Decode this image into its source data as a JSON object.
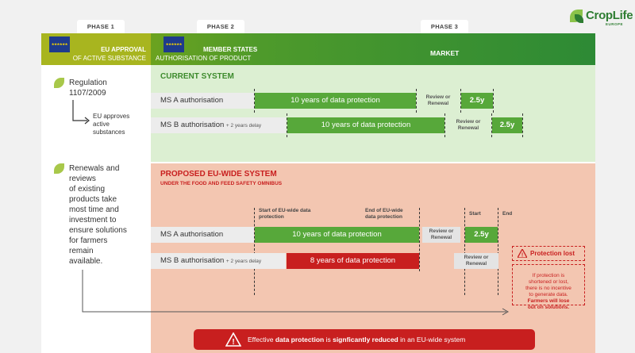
{
  "phases": {
    "phase1": "PHASE 1",
    "phase2": "PHASE 2",
    "phase3": "PHASE 3"
  },
  "header": {
    "col1_line1": "EU APPROVAL",
    "col1_line2": "OF ACTIVE SUBSTANCE",
    "col2_line1": "MEMBER STATES",
    "col2_line2": "AUTHORISATION OF PRODUCT",
    "col3": "MARKET"
  },
  "logo": {
    "name": "CropLife",
    "sub": "EUROPE"
  },
  "left": {
    "block1_line1": "Regulation",
    "block1_line2": "1107/2009",
    "block1_sub1": "EU approves",
    "block1_sub2": "active",
    "block1_sub3": "substances",
    "block2_lines": [
      "Renewals and",
      "reviews",
      "of existing",
      "products take",
      "most time and",
      "investment to",
      "ensure solutions",
      "for farmers",
      "remain",
      "available."
    ]
  },
  "current": {
    "title": "CURRENT SYSTEM",
    "rowA_label": "MS A authorisation",
    "rowA_bar": "10 years of data protection",
    "rowA_review1": "Review or",
    "rowA_review2": "Renewal",
    "rowA_ext": "2.5y",
    "rowB_label": "MS B authorisation",
    "rowB_delay": "+ 2 years delay",
    "rowB_bar": "10 years of data protection",
    "rowB_review1": "Review or",
    "rowB_review2": "Renewal",
    "rowB_ext": "2.5y"
  },
  "proposed": {
    "title": "PROPOSED EU-WIDE SYSTEM",
    "subtitle": "UNDER THE FOOD AND FEED SAFETY OMNIBUS",
    "start_dp1": "Start of EU-wide data",
    "start_dp2": "protection",
    "end_dp1": "End of EU-wide",
    "end_dp2": "data protection",
    "start": "Start",
    "end": "End",
    "rowA_label": "MS A authorisation",
    "rowA_bar": "10 years of data protection",
    "rowA_review1": "Review or",
    "rowA_review2": "Renewal",
    "rowA_ext": "2.5y",
    "rowB_label": "MS B authorisation",
    "rowB_delay": "+ 2 years delay",
    "rowB_bar": "8 years of data protection",
    "rowB_review1": "Review or",
    "rowB_review2": "Renewal",
    "lost": "Protection lost",
    "note1": "If protection is",
    "note2": "shortened or lost,",
    "note3": "there is no incentive",
    "note4": "to generate data.",
    "note5": "Farmers will lose",
    "note6": "out on solutions."
  },
  "banner": {
    "pre": "Effective ",
    "b1": "data protection",
    "mid": " is ",
    "b2": "signficantly reduced",
    "post": " in an EU-wide system"
  },
  "colors": {
    "green": "#57a83a",
    "red": "#c81f1f",
    "lime": "#a8b51f",
    "greenBand": "#dcefd2",
    "redBand": "#f3c6b1"
  }
}
